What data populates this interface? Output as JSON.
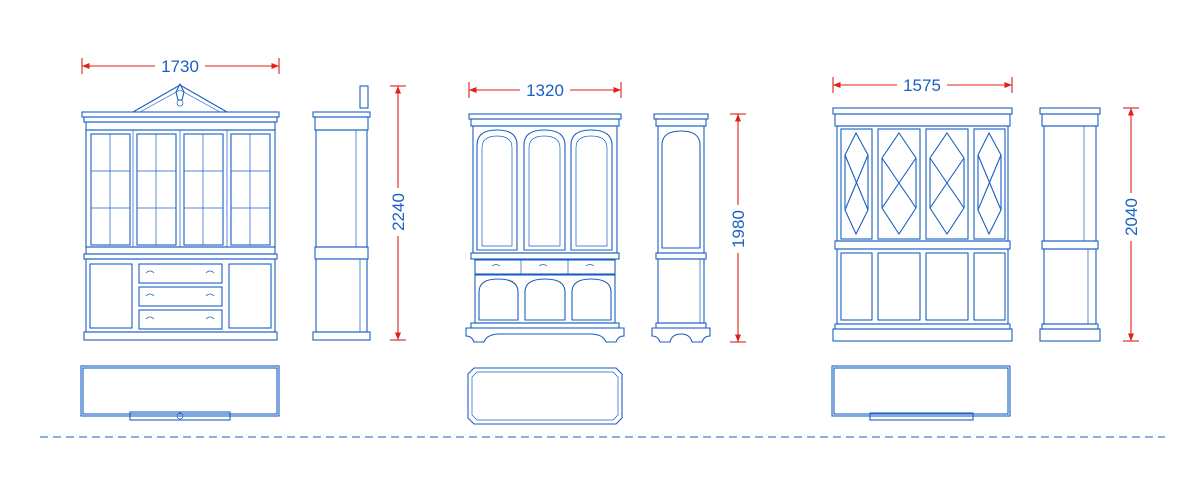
{
  "colors": {
    "linework": "#1a5fc4",
    "dimension": "#e0201a",
    "background": "#ffffff"
  },
  "cabinets": [
    {
      "width_label": "1730",
      "height_label": "2240"
    },
    {
      "width_label": "1320",
      "height_label": "1980"
    },
    {
      "width_label": "1575",
      "height_label": "2040"
    }
  ]
}
